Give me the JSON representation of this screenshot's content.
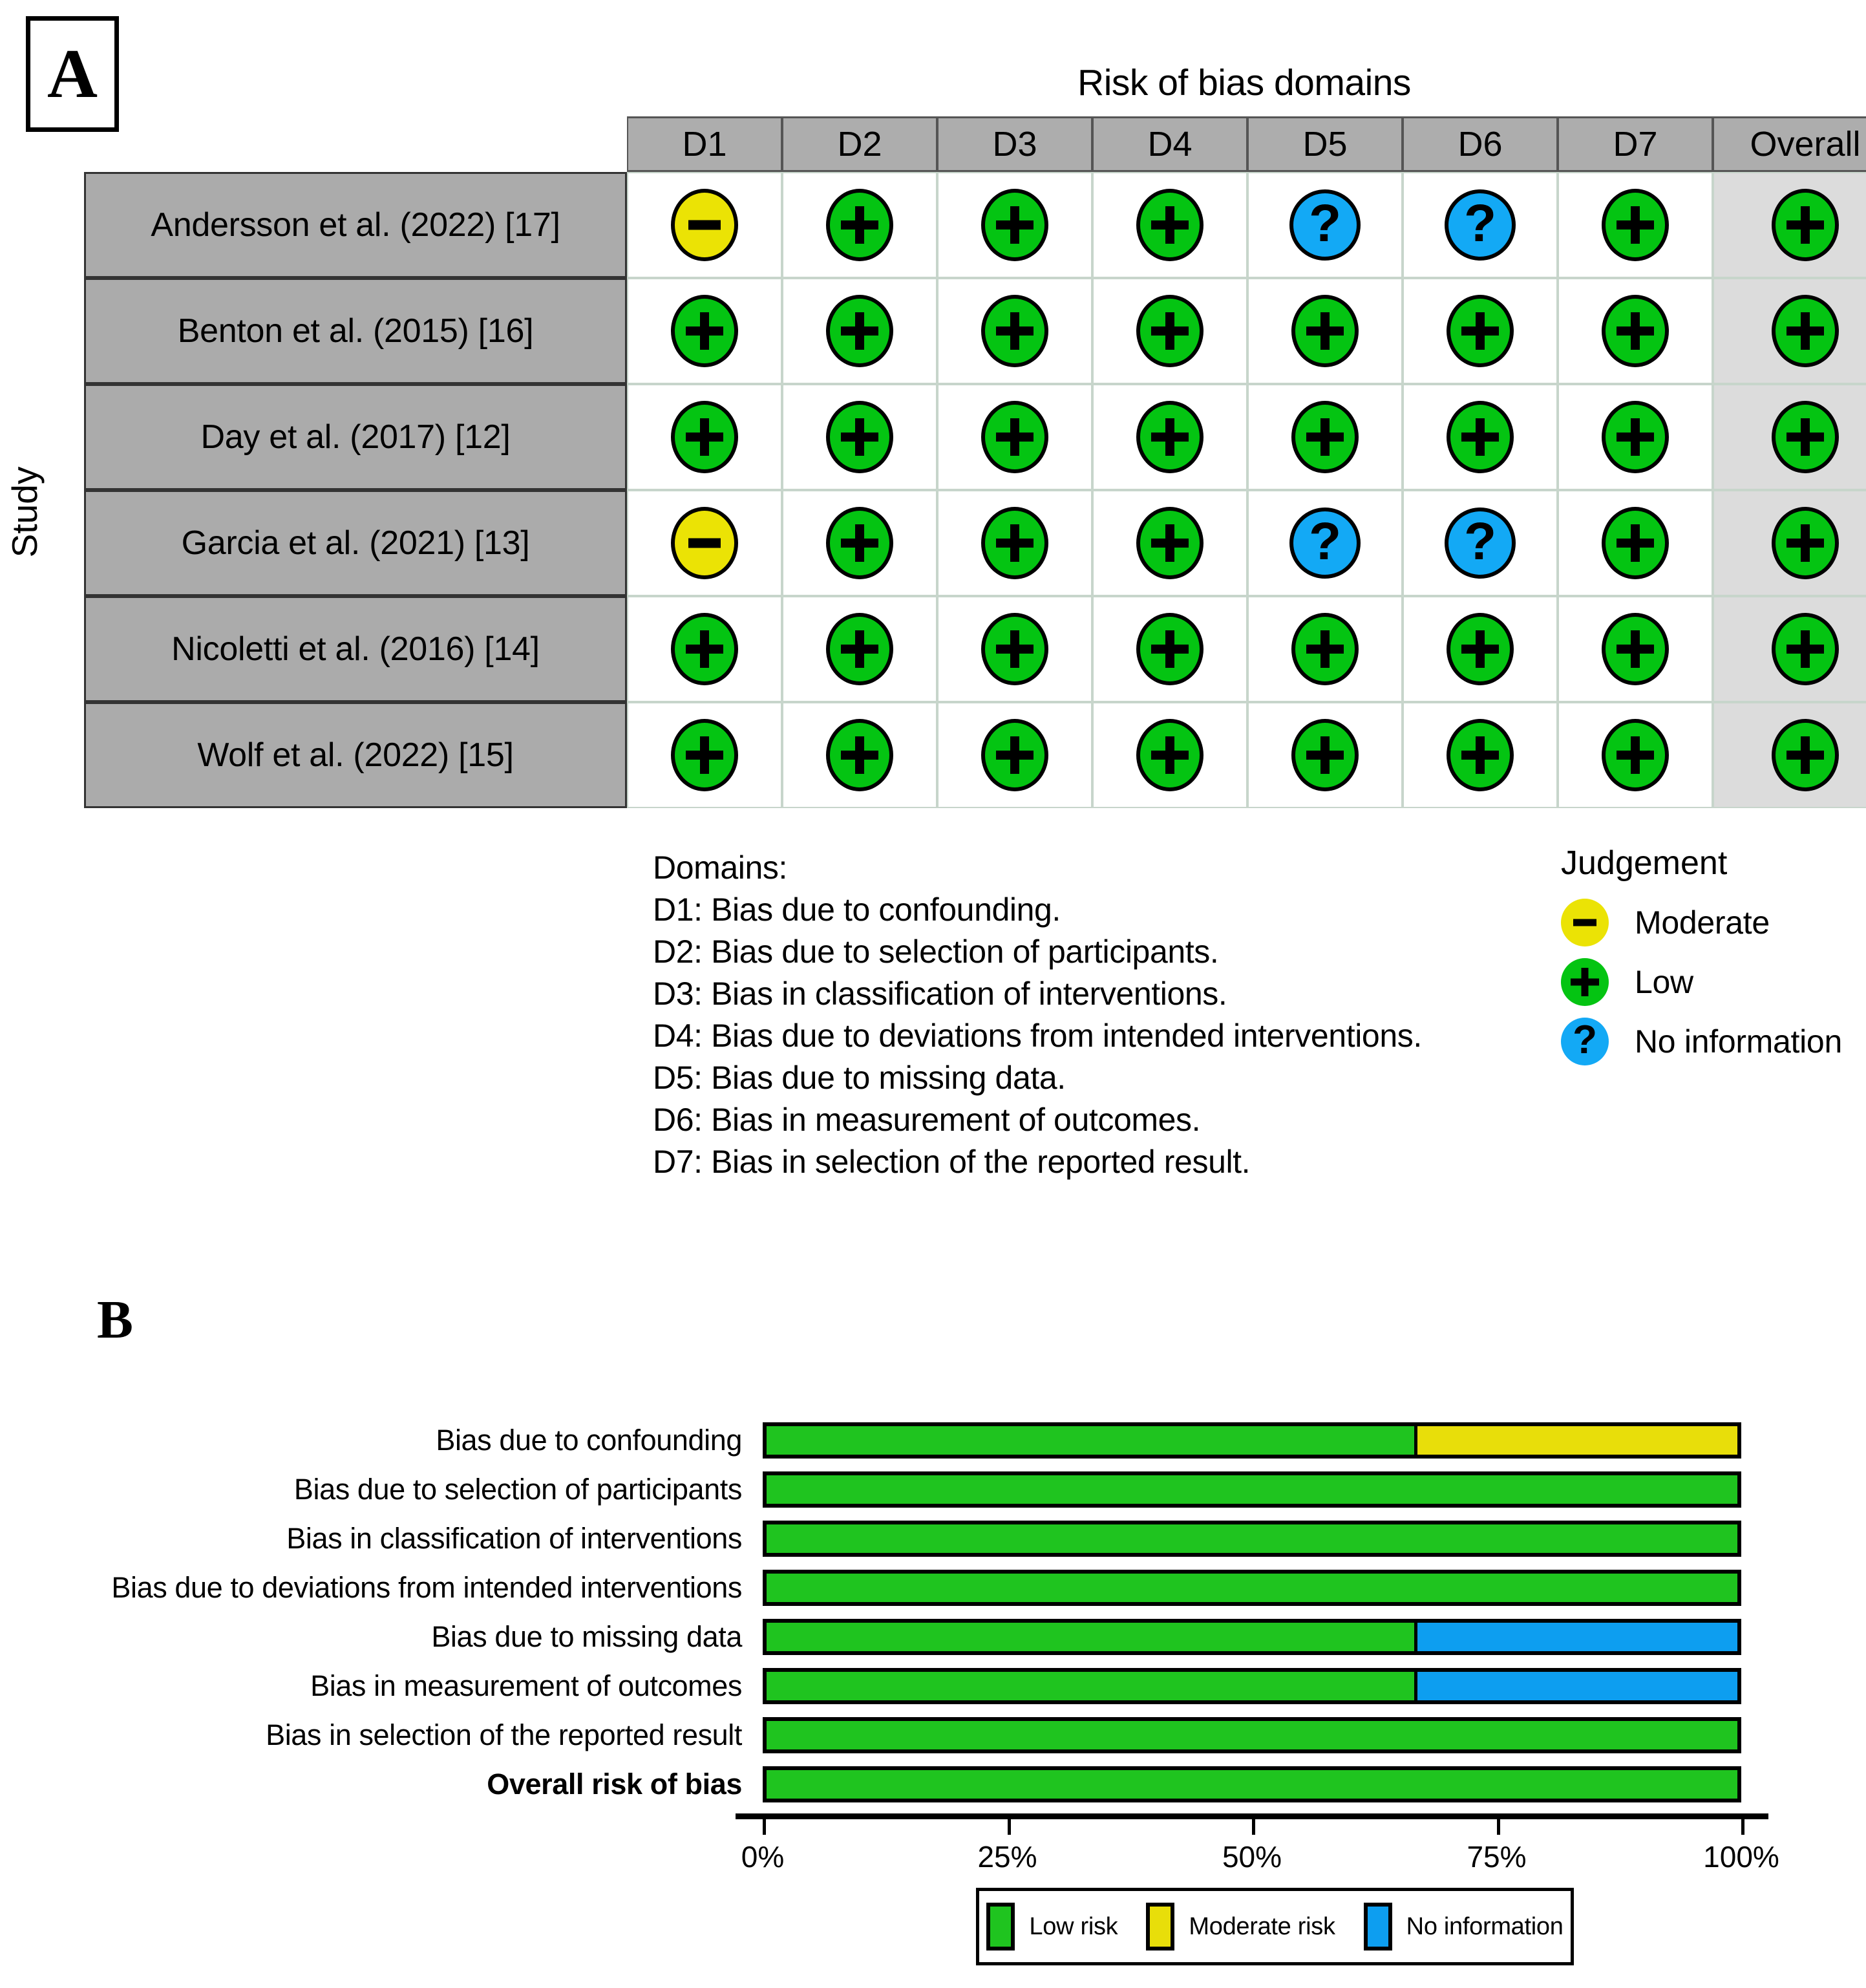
{
  "panel_a": {
    "letter": "A",
    "title": "Risk of bias domains",
    "y_axis_label": "Study",
    "column_headers": [
      "D1",
      "D2",
      "D3",
      "D4",
      "D5",
      "D6",
      "D7",
      "Overall"
    ],
    "studies": [
      {
        "name": "Andersson et al. (2022) [17]",
        "judgements": [
          "moderate",
          "low",
          "low",
          "low",
          "noinfo",
          "noinfo",
          "low"
        ],
        "overall": "low"
      },
      {
        "name": "Benton et al. (2015) [16]",
        "judgements": [
          "low",
          "low",
          "low",
          "low",
          "low",
          "low",
          "low"
        ],
        "overall": "low"
      },
      {
        "name": "Day et al. (2017) [12]",
        "judgements": [
          "low",
          "low",
          "low",
          "low",
          "low",
          "low",
          "low"
        ],
        "overall": "low"
      },
      {
        "name": "Garcia et al. (2021) [13]",
        "judgements": [
          "moderate",
          "low",
          "low",
          "low",
          "noinfo",
          "noinfo",
          "low"
        ],
        "overall": "low"
      },
      {
        "name": "Nicoletti et al. (2016) [14]",
        "judgements": [
          "low",
          "low",
          "low",
          "low",
          "low",
          "low",
          "low"
        ],
        "overall": "low"
      },
      {
        "name": "Wolf et al. (2022) [15]",
        "judgements": [
          "low",
          "low",
          "low",
          "low",
          "low",
          "low",
          "low"
        ],
        "overall": "low"
      }
    ],
    "domains_legend": {
      "heading": "Domains:",
      "lines": [
        "D1: Bias due to confounding.",
        "D2: Bias due to selection of participants.",
        "D3: Bias in classification of interventions.",
        "D4: Bias due to deviations from intended interventions.",
        "D5: Bias due to missing data.",
        "D6: Bias in measurement of outcomes.",
        "D7: Bias in selection of the reported result."
      ]
    },
    "judgement_legend": {
      "heading": "Judgement",
      "items": [
        {
          "key": "moderate",
          "glyph": "-",
          "label": "Moderate"
        },
        {
          "key": "low",
          "glyph": "+",
          "label": "Low"
        },
        {
          "key": "noinfo",
          "glyph": "?",
          "label": "No information"
        }
      ]
    }
  },
  "panel_b": {
    "letter": "B",
    "legend": {
      "items": [
        {
          "key": "low",
          "label": "Low risk"
        },
        {
          "key": "moderate",
          "label": "Moderate risk"
        },
        {
          "key": "noinfo",
          "label": "No information"
        }
      ]
    }
  },
  "chart_data": {
    "type": "bar",
    "title": "",
    "xlabel": "",
    "ylabel": "",
    "orientation": "horizontal",
    "stacked": true,
    "percent": true,
    "xlim": [
      0,
      100
    ],
    "xticks": [
      0,
      25,
      50,
      75,
      100
    ],
    "xtick_labels": [
      "0%",
      "25%",
      "50%",
      "75%",
      "100%"
    ],
    "grid": false,
    "legend_position": "bottom",
    "categories": [
      "Bias due to confounding",
      "Bias due to selection of participants",
      "Bias in classification of interventions",
      "Bias due to deviations from intended interventions",
      "Bias due to missing data",
      "Bias in measurement of outcomes",
      "Bias in selection of the reported result",
      "Overall risk of bias"
    ],
    "category_bold": [
      false,
      false,
      false,
      false,
      false,
      false,
      false,
      true
    ],
    "series": [
      {
        "name": "Low risk",
        "color": "#1fc41f",
        "values": [
          66.7,
          100,
          100,
          100,
          66.7,
          66.7,
          100,
          100
        ]
      },
      {
        "name": "Moderate risk",
        "color": "#e8de0a",
        "values": [
          33.3,
          0,
          0,
          0,
          0,
          0,
          0,
          0
        ]
      },
      {
        "name": "No information",
        "color": "#0d9ef0",
        "values": [
          0,
          0,
          0,
          0,
          33.3,
          33.3,
          0,
          0
        ]
      }
    ]
  },
  "colors": {
    "low": "#1fc41f",
    "moderate": "#e8de0a",
    "no_information": "#0d9ef0",
    "study_cell": "#ababab",
    "header_cell": "#adadad",
    "overall_cell": "#dcdcdc"
  }
}
